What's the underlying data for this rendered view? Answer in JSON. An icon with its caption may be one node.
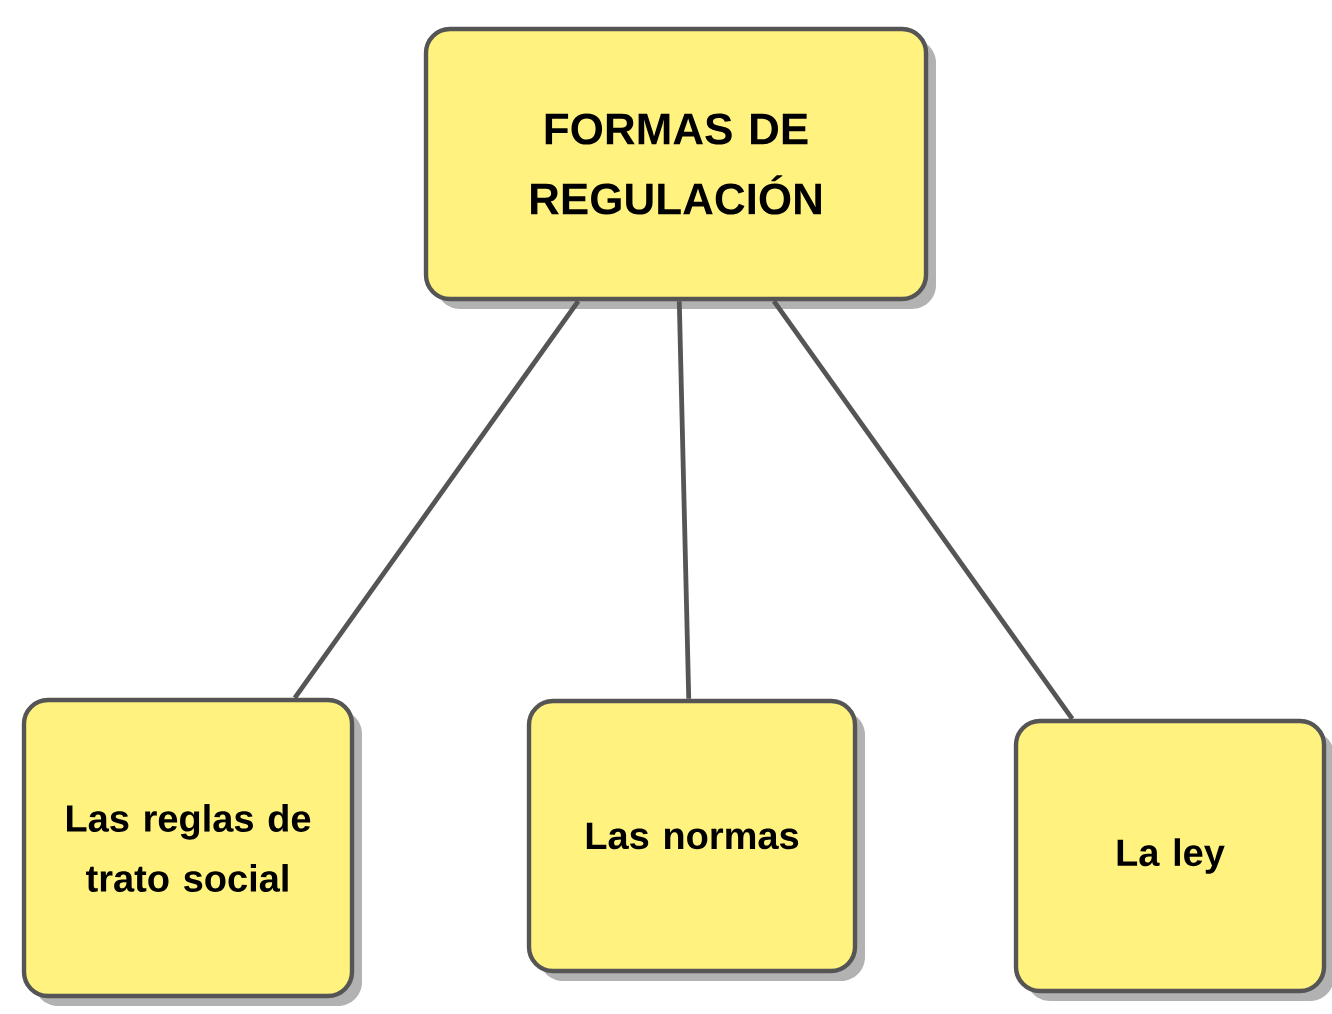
{
  "diagram": {
    "nodes": [
      {
        "text": [
          "FORMAS DE REGULACIÓN"
        ]
      },
      {
        "text": [
          "Las reglas de trato social"
        ]
      },
      {
        "text": [
          "Las normas"
        ]
      },
      {
        "text": [
          "La ley"
        ]
      }
    ],
    "edges": [
      {
        "from": 0,
        "to": 1,
        "arrow": "none"
      },
      {
        "from": 0,
        "to": 2,
        "arrow": "none"
      },
      {
        "from": 0,
        "to": 3,
        "arrow": "none"
      }
    ]
  }
}
